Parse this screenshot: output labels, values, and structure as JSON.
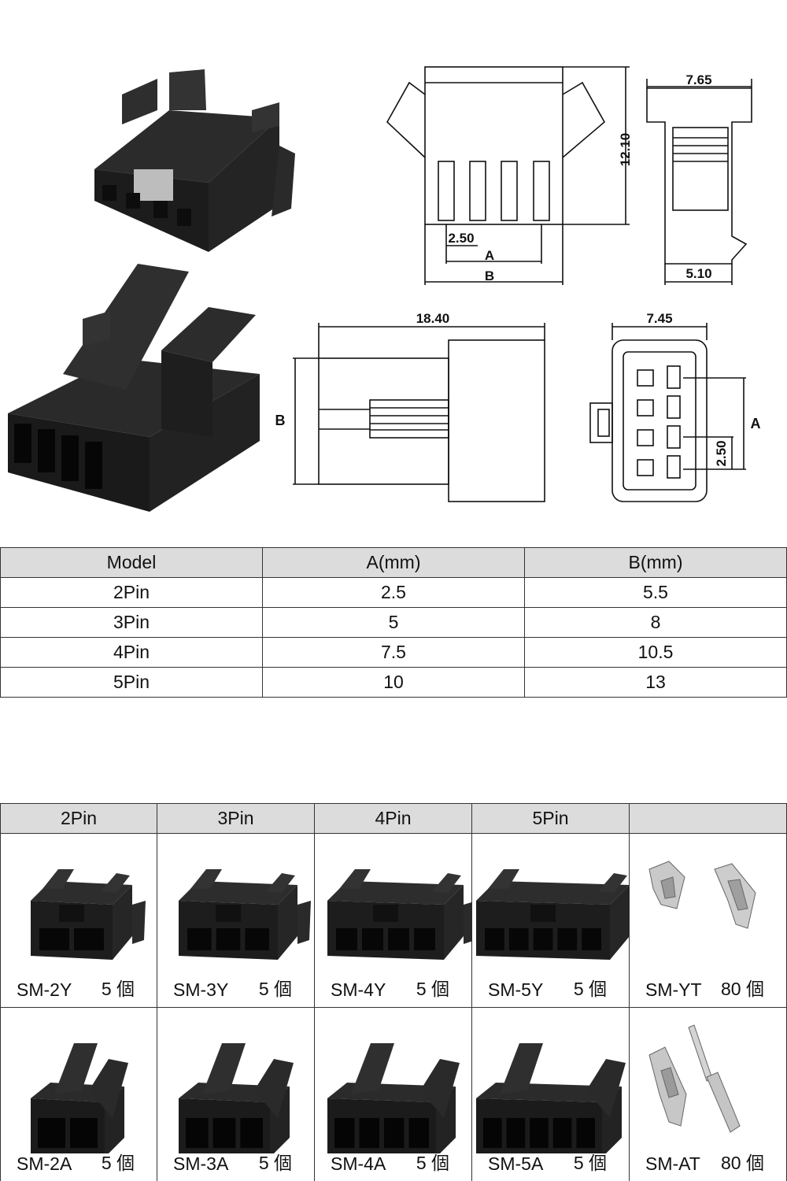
{
  "drawing": {
    "dim_12_10": "12.10",
    "dim_2_50_top": "2.50",
    "dim_a_top": "A",
    "dim_b_top": "B",
    "dim_7_65": "7.65",
    "dim_5_10": "5.10",
    "dim_18_40": "18.40",
    "dim_b_side": "B",
    "dim_7_45": "7.45",
    "dim_a_end": "A",
    "dim_2_50_end": "2.50"
  },
  "spec_table": {
    "headers": [
      "Model",
      "A(mm)",
      "B(mm)"
    ],
    "rows": [
      [
        "2Pin",
        "2.5",
        "5.5"
      ],
      [
        "3Pin",
        "5",
        "8"
      ],
      [
        "4Pin",
        "7.5",
        "10.5"
      ],
      [
        "5Pin",
        "10",
        "13"
      ]
    ]
  },
  "product_grid": {
    "headers": [
      "2Pin",
      "3Pin",
      "4Pin",
      "5Pin",
      ""
    ],
    "female_row": [
      {
        "label": "SM-2Y",
        "qty": "5 個",
        "pins": 2
      },
      {
        "label": "SM-3Y",
        "qty": "5 個",
        "pins": 3
      },
      {
        "label": "SM-4Y",
        "qty": "5 個",
        "pins": 4
      },
      {
        "label": "SM-5Y",
        "qty": "5 個",
        "pins": 5
      },
      {
        "label": "SM-YT",
        "qty": "80 個",
        "pins": 0
      }
    ],
    "male_row": [
      {
        "label": "SM-2A",
        "qty": "5 個",
        "pins": 2
      },
      {
        "label": "SM-3A",
        "qty": "5 個",
        "pins": 3
      },
      {
        "label": "SM-4A",
        "qty": "5 個",
        "pins": 4
      },
      {
        "label": "SM-5A",
        "qty": "5 個",
        "pins": 5
      },
      {
        "label": "SM-AT",
        "qty": "80 個",
        "pins": 0
      }
    ]
  }
}
